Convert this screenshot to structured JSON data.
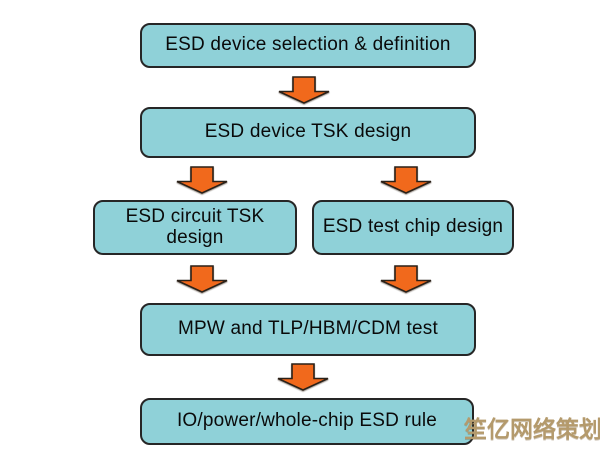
{
  "page": {
    "background": "#ffffff"
  },
  "colors": {
    "page_bg": "#ffffff",
    "node_fill": "#8fd1d8",
    "node_border": "#262626",
    "node_text": "#0a0a0a",
    "arrow_fill": "#f1691c",
    "arrow_border": "#2b2118",
    "watermark": "#b49a6c"
  },
  "flowchart": {
    "type": "flowchart",
    "direction": "top-down",
    "nodes": [
      {
        "label": "ESD device selection & definition"
      },
      {
        "label": "ESD device TSK design"
      },
      {
        "label": "ESD circuit TSK design"
      },
      {
        "label": "ESD test chip design"
      },
      {
        "label": "MPW and TLP/HBM/CDM test"
      },
      {
        "label": "IO/power/whole-chip ESD rule"
      }
    ],
    "edges": [
      {
        "from": "ESD device selection & definition",
        "to": "ESD device TSK design"
      },
      {
        "from": "ESD device TSK design",
        "to": "ESD circuit TSK design"
      },
      {
        "from": "ESD device TSK design",
        "to": "ESD test chip design"
      },
      {
        "from": "ESD circuit TSK design",
        "to": "MPW and TLP/HBM/CDM test"
      },
      {
        "from": "ESD test chip design",
        "to": "MPW and TLP/HBM/CDM test"
      },
      {
        "from": "MPW and TLP/HBM/CDM test",
        "to": "IO/power/whole-chip ESD rule"
      }
    ]
  },
  "watermark": {
    "text": "笙亿网络策划"
  }
}
